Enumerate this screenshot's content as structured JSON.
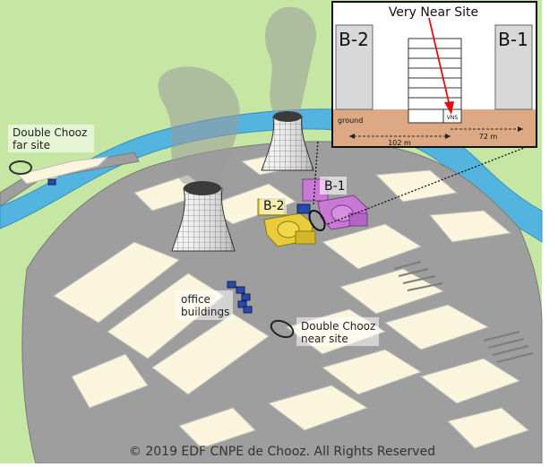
{
  "labels": {
    "far_site_line1": "Double Chooz",
    "far_site_line2": "far site",
    "reactor_b1": "B-1",
    "reactor_b2": "B-2",
    "office_line1": "office",
    "office_line2": "buildings",
    "near_site_line1": "Double Chooz",
    "near_site_line2": "near site",
    "copyright": "© 2019 EDF CNPE de Chooz. All Rights Reserved"
  },
  "inset": {
    "title": "Very Near Site",
    "left_reactor": "B-2",
    "right_reactor": "B-1",
    "ground_label": "ground",
    "vns_label": "VNS",
    "distance_left": "102 m",
    "distance_right": "72 m"
  },
  "colors": {
    "land": "#c6e7a3",
    "river": "#54b4e0",
    "site": "#faf5dc",
    "roads": "#9e9e9e",
    "reactor_b1": "#c879d6",
    "reactor_b2": "#e8cc3c",
    "ground": "#dda984"
  }
}
